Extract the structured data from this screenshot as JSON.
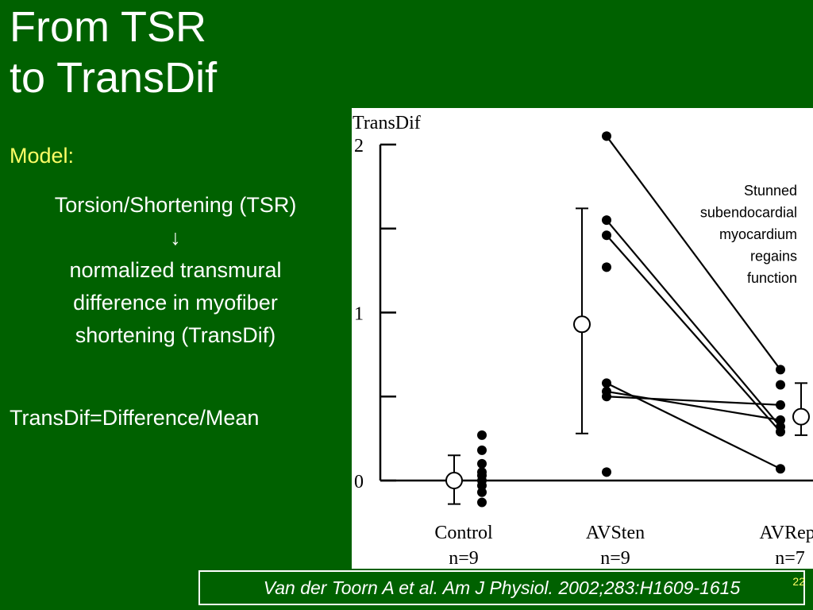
{
  "slide": {
    "title_line1": "From TSR",
    "title_line2": "to TransDif",
    "model_label": "Model:",
    "description": {
      "line1": "Torsion/Shortening (TSR)",
      "arrow": "↓",
      "line2": "normalized transmural",
      "line3": "difference in myofiber",
      "line4": "shortening (TransDif)"
    },
    "formula": "TransDif=Difference/Mean",
    "citation": "Van der Toorn A et al. Am J Physiol. 2002;283:H1609-1615",
    "slide_number": "22"
  },
  "colors": {
    "background": "#006100",
    "accent_text": "#ffff66",
    "chart_background": "#ffffff"
  },
  "chart_data": {
    "type": "scatter",
    "ylabel": "TransDif",
    "ylim": [
      0,
      2
    ],
    "yticks": [
      "0",
      "1",
      "2"
    ],
    "categories": [
      {
        "name": "Control",
        "n": "n=9"
      },
      {
        "name": "AVSten",
        "n": "n=9"
      },
      {
        "name": "AVRepl",
        "n": "n=7"
      }
    ],
    "control_points": [
      0.27,
      0.18,
      0.1,
      0.05,
      0.03,
      0.0,
      -0.03,
      -0.07,
      -0.13
    ],
    "control_summary": {
      "mean": 0.0,
      "low": -0.14,
      "high": 0.15
    },
    "avsten_summary": {
      "mean": 0.93,
      "low": 0.28,
      "high": 1.62
    },
    "avrepl_summary": {
      "mean": 0.38,
      "low": 0.27,
      "high": 0.58
    },
    "paired_lines": [
      {
        "avsten": 2.05,
        "avrepl": 0.66
      },
      {
        "avsten": 1.55,
        "avrepl": 0.32
      },
      {
        "avsten": 1.46,
        "avrepl": 0.29
      },
      {
        "avsten": 0.58,
        "avrepl": 0.07
      },
      {
        "avsten": 0.53,
        "avrepl": 0.36
      },
      {
        "avsten": 0.5,
        "avrepl": 0.45
      }
    ],
    "avsten_unpaired_points": [
      1.27,
      0.05
    ],
    "avrepl_unpaired_points": [
      0.57
    ],
    "annotation": {
      "lines": [
        "Stunned",
        "subendocardial",
        "myocardium",
        "regains",
        "function"
      ]
    }
  }
}
